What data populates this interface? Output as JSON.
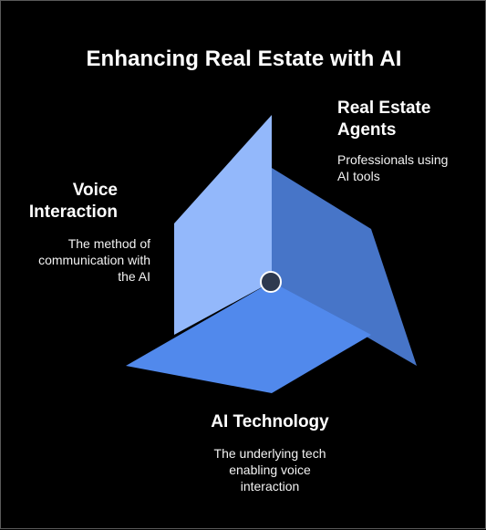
{
  "title": "Enhancing Real Estate with AI",
  "colors": {
    "background": "#000000",
    "left_panel": "#93b8fb",
    "right_panel": "#4775c8",
    "bottom_panel": "#5189ec",
    "center_dot": "#2f3a4f"
  },
  "nodes": {
    "agents": {
      "heading": "Real Estate\nAgents",
      "description": "Professionals using\nAI tools"
    },
    "voice": {
      "heading": "Voice\nInteraction",
      "description": "The method of\ncommunication with\nthe AI"
    },
    "tech": {
      "heading": "AI Technology",
      "description": "The underlying tech\nenabling voice\ninteraction"
    }
  }
}
